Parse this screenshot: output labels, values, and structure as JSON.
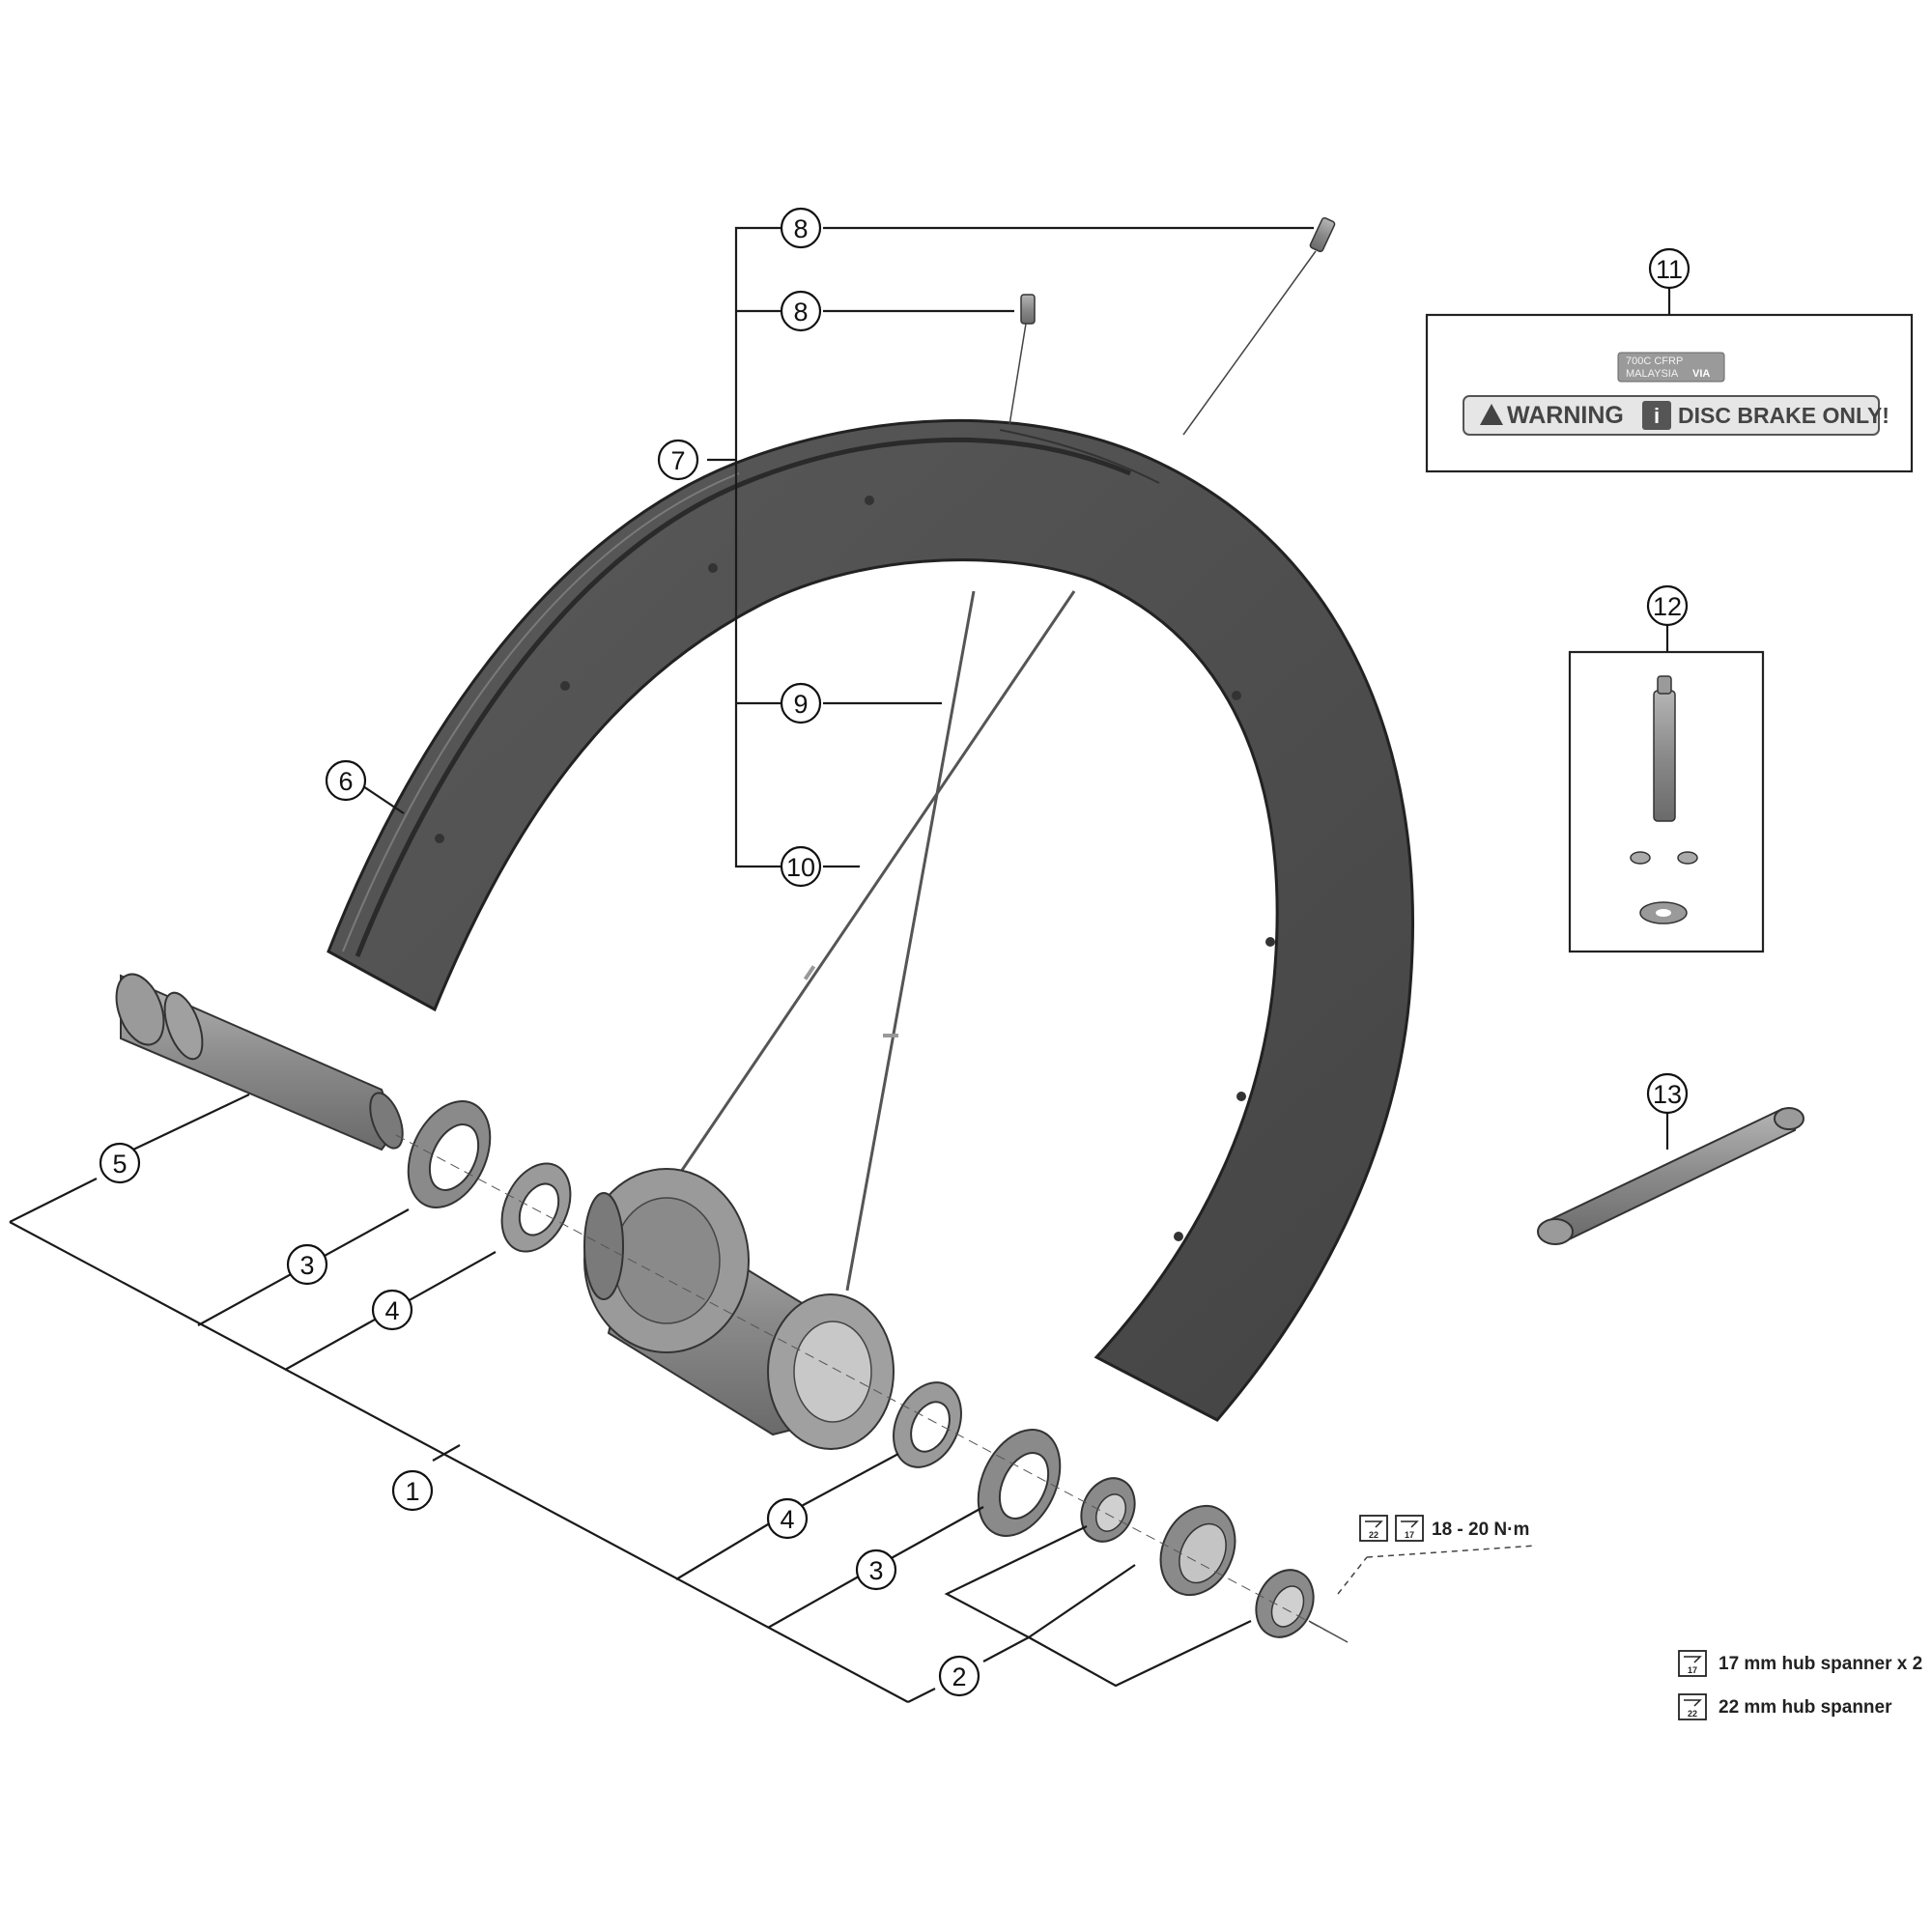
{
  "callouts": {
    "c1": "1",
    "c2": "2",
    "c3a": "3",
    "c3b": "3",
    "c4a": "4",
    "c4b": "4",
    "c5": "5",
    "c6": "6",
    "c7": "7",
    "c8a": "8",
    "c8b": "8",
    "c9": "9",
    "c10": "10",
    "c11": "11",
    "c12": "12",
    "c13": "13"
  },
  "decal": {
    "line1": "700C CFRP",
    "line2": "MALAYSIA",
    "brand": "VIA",
    "warning": "WARNING",
    "info": "i",
    "disc": "DISC BRAKE ONLY!"
  },
  "torque": {
    "tool_a": "22",
    "tool_b": "17",
    "value": "18 - 20 N·m"
  },
  "legend": {
    "items": [
      {
        "tool": "17",
        "label": "17 mm hub spanner x 2"
      },
      {
        "tool": "22",
        "label": "22 mm hub spanner"
      }
    ]
  },
  "colors": {
    "rim": "#505050",
    "rim_edge": "#2a2a2a",
    "metal": "#8c8c8c",
    "ink": "#1a1a1a"
  }
}
